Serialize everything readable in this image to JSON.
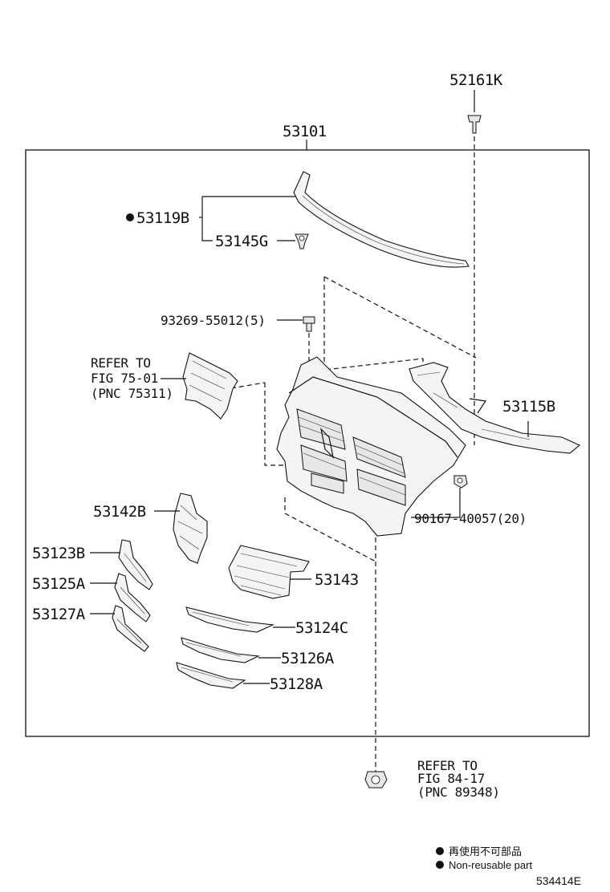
{
  "labels": {
    "p52161K": "52161K",
    "p53101": "53101",
    "p53119B": "53119B",
    "p53145G": "53145G",
    "p93269": "93269-55012(5)",
    "refer1_a": "REFER TO",
    "refer1_b": "FIG 75-01",
    "refer1_c": "(PNC 75311)",
    "p53115B": "53115B",
    "p90167": "90167-40057(20)",
    "p53142B": "53142B",
    "p53123B": "53123B",
    "p53143": "53143",
    "p53125A": "53125A",
    "p53127A": "53127A",
    "p53124C": "53124C",
    "p53126A": "53126A",
    "p53128A": "53128A",
    "refer2_a": "REFER TO",
    "refer2_b": "FIG 84-17",
    "refer2_c": "(PNC 89348)"
  },
  "legend": {
    "line1": "再使用不可部品",
    "line2": "Non-reusable part"
  },
  "figure_code": "534414E"
}
